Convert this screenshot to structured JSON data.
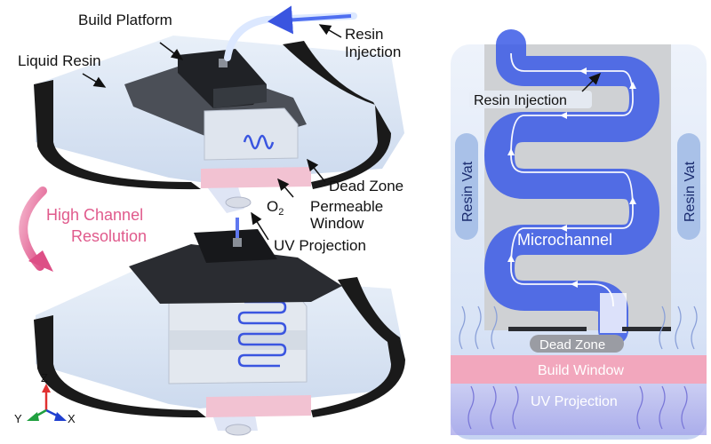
{
  "left_panel": {
    "labels": {
      "build_platform": "Build Platform",
      "liquid_resin": "Liquid Resin",
      "resin_injection_line1": "Resin",
      "resin_injection_line2": "Injection",
      "dead_zone": "Dead Zone",
      "o2_base": "O",
      "o2_sub": "2",
      "permeable": "Permeable",
      "window": "Window",
      "uv_projection": "UV Projection",
      "high_channel_line1": "High Channel",
      "high_channel_line2": "Resolution"
    },
    "axes": {
      "z": "Z",
      "y": "Y",
      "x": "X"
    }
  },
  "right_panel": {
    "labels": {
      "resin_injection": "Resin Injection",
      "resin_vat_left": "Resin Vat",
      "resin_vat_right": "Resin Vat",
      "microchannel": "Microchannel",
      "dead_zone": "Dead Zone",
      "build_window": "Build Window",
      "uv_projection": "UV Projection"
    }
  },
  "colors": {
    "pink_accent": "#e05a8c",
    "channel_blue": "#3a55e0",
    "vat_black": "#1a1a1a",
    "build_window_pink": "#f2a7bd"
  }
}
